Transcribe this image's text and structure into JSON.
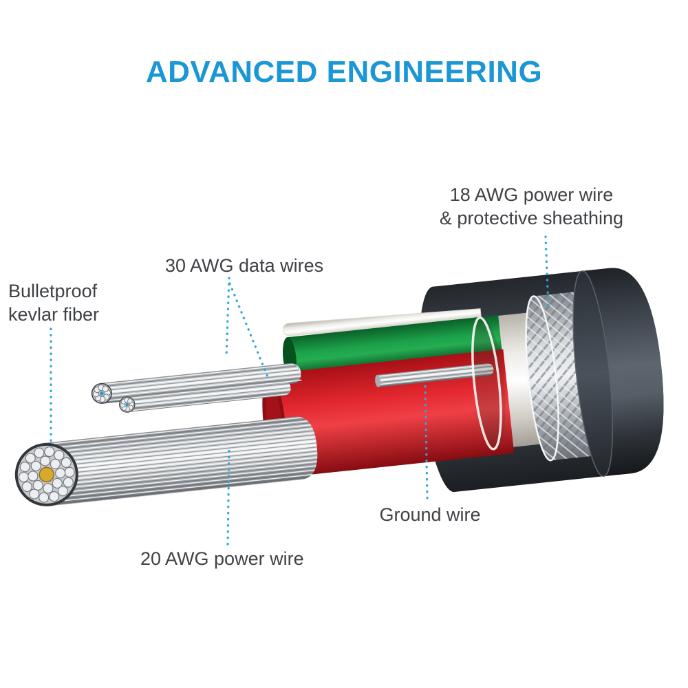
{
  "title": "ADVANCED ENGINEERING",
  "callouts": {
    "sheathing": {
      "line1": "18 AWG power wire",
      "line2": "& protective sheathing"
    },
    "data_wires": {
      "label": "30 AWG data wires"
    },
    "kevlar": {
      "line1": "Bulletproof",
      "line2": "kevlar fiber"
    },
    "ground": {
      "label": "Ground wire"
    },
    "power20": {
      "label": "20 AWG power wire"
    }
  },
  "colors": {
    "title_blue": "#1b97d5",
    "label_text": "#3e4145",
    "leader_dots": "#2fa7de",
    "jacket_dark": "#33393f",
    "braid_silver": "#ced2d6",
    "inner_wrap_white": "#f4f2ee",
    "power_wire_red": "#df2129",
    "wire_green": "#169a45",
    "kevlar_gold": "#d9a92e",
    "strand_silver": "#c9cdd1"
  }
}
